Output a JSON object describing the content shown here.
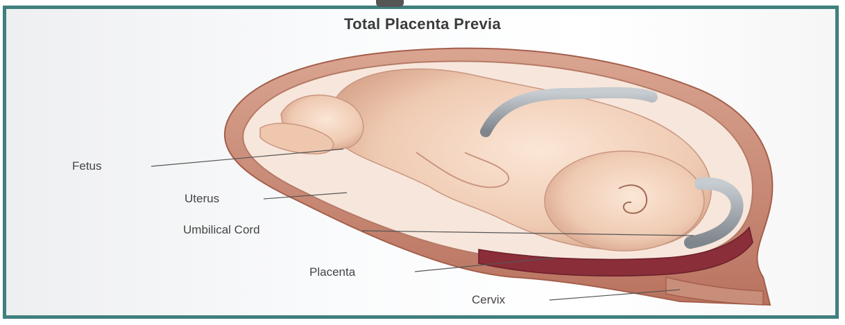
{
  "title": "Total Placenta Previa",
  "labels": {
    "fetus": "Fetus",
    "uterus": "Uterus",
    "umbilical_cord": "Umbilical Cord",
    "placenta": "Placenta",
    "cervix": "Cervix"
  },
  "colors": {
    "frame": "#3f7f7e",
    "uterus_wall": "#c98e7a",
    "skin": "#f3d5c0",
    "cord": "#9aa0a6",
    "placenta": "#8a2e3a"
  }
}
